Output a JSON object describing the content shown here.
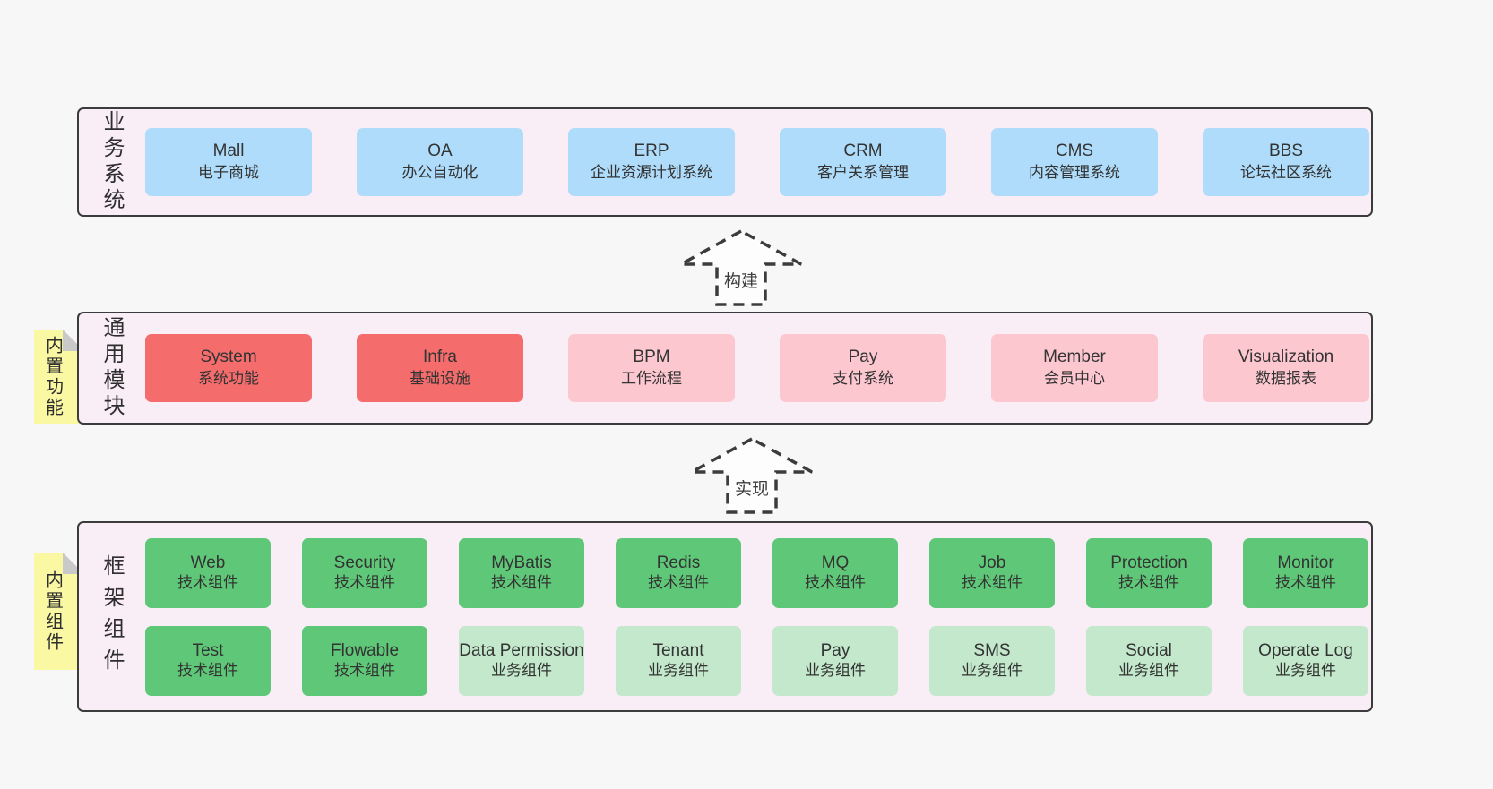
{
  "colors": {
    "page_bg": "#f7f7f7",
    "panel_bg": "#f9edf6",
    "panel_border": "#3c3c3c",
    "blue_box": "#aedcfa",
    "red_box": "#f56c6c",
    "pink_box": "#fcc7ce",
    "green_box": "#5fc878",
    "light_green_box": "#c3e8cc",
    "sticky_note": "#fbf8a3",
    "fold_gray": "#c9c9c9",
    "text": "#333333"
  },
  "business_layer": {
    "label": "业务系统",
    "boxes": [
      {
        "title": "Mall",
        "subtitle": "电子商城"
      },
      {
        "title": "OA",
        "subtitle": "办公自动化"
      },
      {
        "title": "ERP",
        "subtitle": "企业资源计划系统"
      },
      {
        "title": "CRM",
        "subtitle": "客户关系管理"
      },
      {
        "title": "CMS",
        "subtitle": "内容管理系统"
      },
      {
        "title": "BBS",
        "subtitle": "论坛社区系统"
      }
    ]
  },
  "arrow_build": {
    "label": "构建"
  },
  "module_layer": {
    "label": "通用模块",
    "note": "内置功能",
    "boxes": [
      {
        "title": "System",
        "subtitle": "系统功能"
      },
      {
        "title": "Infra",
        "subtitle": "基础设施"
      },
      {
        "title": "BPM",
        "subtitle": "工作流程"
      },
      {
        "title": "Pay",
        "subtitle": "支付系统"
      },
      {
        "title": "Member",
        "subtitle": "会员中心"
      },
      {
        "title": "Visualization",
        "subtitle": "数据报表"
      }
    ]
  },
  "arrow_implement": {
    "label": "实现"
  },
  "framework_layer": {
    "label": "框架组件",
    "note": "内置组件",
    "row1": [
      {
        "title": "Web",
        "subtitle": "技术组件"
      },
      {
        "title": "Security",
        "subtitle": "技术组件"
      },
      {
        "title": "MyBatis",
        "subtitle": "技术组件"
      },
      {
        "title": "Redis",
        "subtitle": "技术组件"
      },
      {
        "title": "MQ",
        "subtitle": "技术组件"
      },
      {
        "title": "Job",
        "subtitle": "技术组件"
      },
      {
        "title": "Protection",
        "subtitle": "技术组件"
      },
      {
        "title": "Monitor",
        "subtitle": "技术组件"
      }
    ],
    "row2": [
      {
        "title": "Test",
        "subtitle": "技术组件"
      },
      {
        "title": "Flowable",
        "subtitle": "技术组件"
      },
      {
        "title": "Data Permission",
        "subtitle": "业务组件"
      },
      {
        "title": "Tenant",
        "subtitle": "业务组件"
      },
      {
        "title": "Pay",
        "subtitle": "业务组件"
      },
      {
        "title": "SMS",
        "subtitle": "业务组件"
      },
      {
        "title": "Social",
        "subtitle": "业务组件"
      },
      {
        "title": "Operate Log",
        "subtitle": "业务组件"
      }
    ]
  }
}
